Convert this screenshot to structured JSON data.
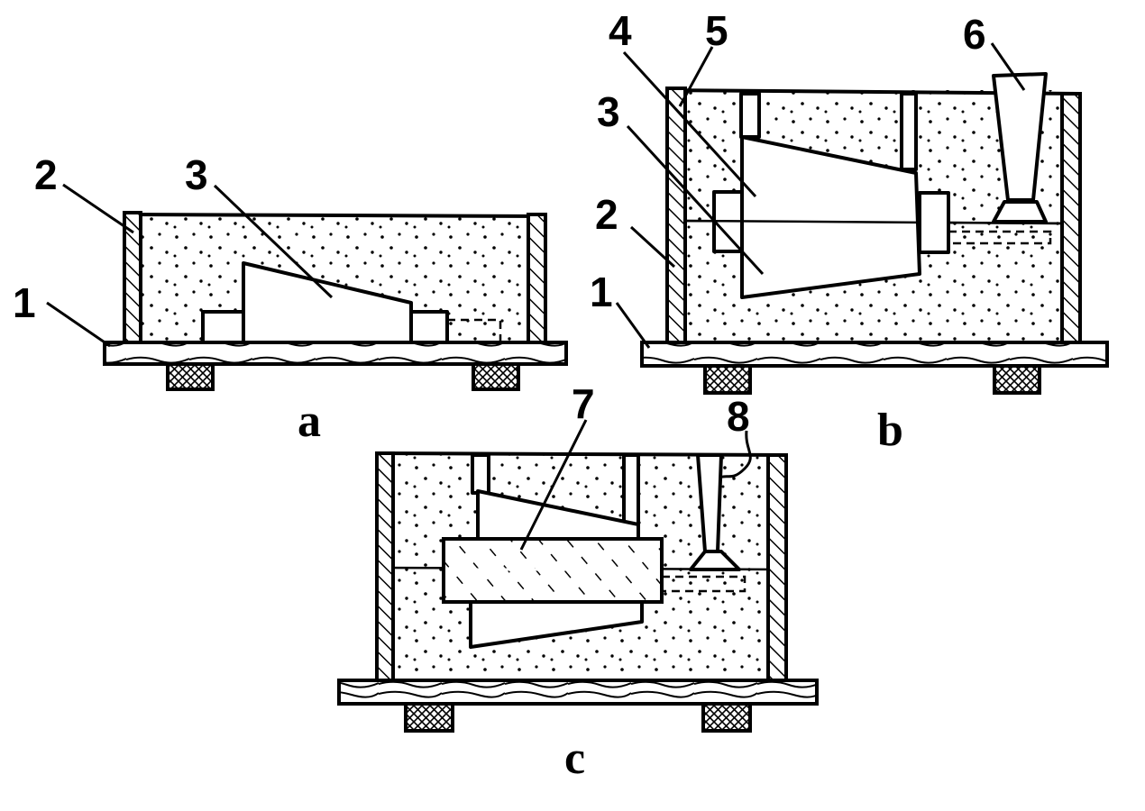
{
  "figures": [
    {
      "id": "a",
      "caption": "a"
    },
    {
      "id": "b",
      "caption": "b"
    },
    {
      "id": "c",
      "caption": "c"
    }
  ],
  "labels": {
    "a": [
      "1",
      "2",
      "3"
    ],
    "b": [
      "1",
      "2",
      "3",
      "4",
      "5",
      "6"
    ],
    "c": [
      "7",
      "8"
    ]
  }
}
